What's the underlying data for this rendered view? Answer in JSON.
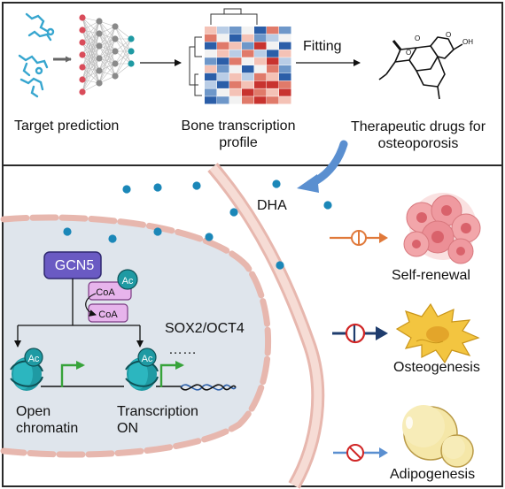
{
  "top": {
    "target_prediction": "Target prediction",
    "bone_profile_line1": "Bone transcription",
    "bone_profile_line2": "profile",
    "fitting": "Fitting",
    "drugs_line1": "Therapeutic drugs for",
    "drugs_line2": "osteoporosis"
  },
  "bottom": {
    "dha": "DHA",
    "gcn5": "GCN5",
    "ac": "Ac",
    "coa": "CoA",
    "sox": "SOX2/OCT4",
    "ellipsis": "……",
    "open_line1": "Open",
    "open_line2": "chromatin",
    "transcription_line1": "Transcription",
    "transcription_line2": "ON",
    "self_renewal": "Self-renewal",
    "osteogenesis": "Osteogenesis",
    "adipogenesis": "Adipogenesis"
  },
  "colors": {
    "frame": "#2a2a2a",
    "membrane": "#e7b7ae",
    "membrane_fill": "#f6dcd5",
    "nucleus": "#dfe5ec",
    "gcn5": "#6a5ac3",
    "coa": "#d79bdc",
    "ac": "#1f9aa3",
    "dot": "#1b87b8",
    "arrow_green": "#37a33a",
    "orange": "#e0793a",
    "navy": "#1e3c6d",
    "inhibit_red": "#d02525",
    "blue_arrow": "#5a8fd0",
    "heat_red": "#c8332f",
    "heat_blue": "#2b5ea8",
    "molecule": "#37a6cf"
  }
}
